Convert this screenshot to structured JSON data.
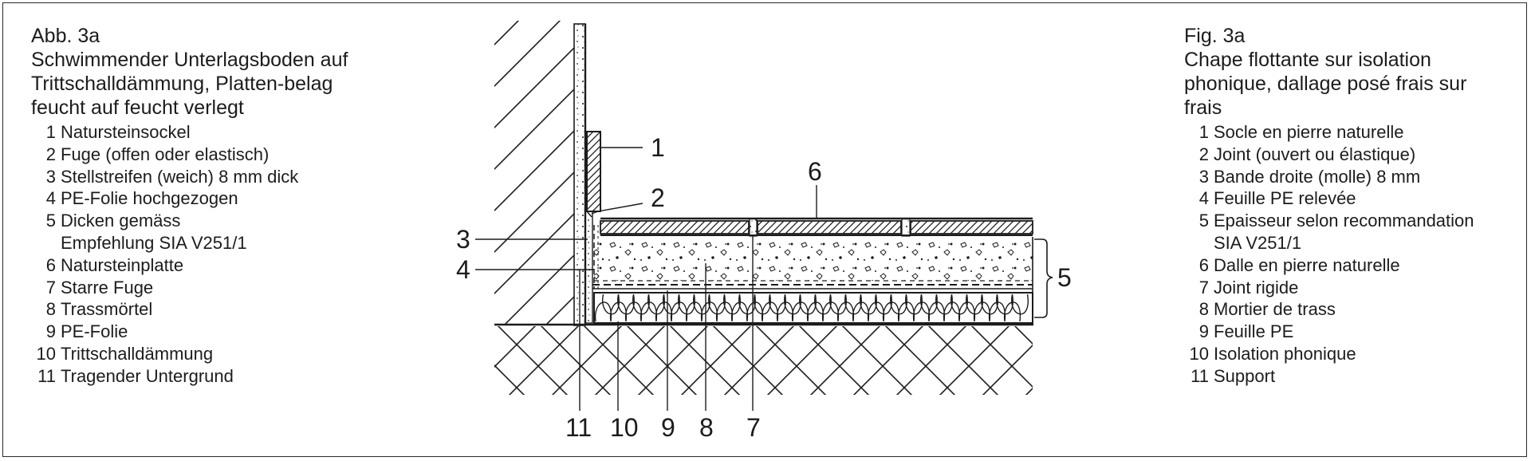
{
  "left_caption": {
    "figure_label": "Abb. 3a",
    "title": "Schwimmender Unterlagsboden auf Trittschalldämmung, Platten-belag feucht auf feucht verlegt",
    "items": [
      {
        "num": "1",
        "label": "Natursteinsockel"
      },
      {
        "num": "2",
        "label": "Fuge (offen oder elastisch)"
      },
      {
        "num": "3",
        "label": "Stellstreifen (weich) 8 mm dick"
      },
      {
        "num": "4",
        "label": "PE-Folie hochgezogen"
      },
      {
        "num": "5",
        "label": "Dicken gemäss\nEmpfehlung SIA V251/1"
      },
      {
        "num": "6",
        "label": "Natursteinplatte"
      },
      {
        "num": "7",
        "label": "Starre Fuge"
      },
      {
        "num": "8",
        "label": "Trassmörtel"
      },
      {
        "num": "9",
        "label": "PE-Folie"
      },
      {
        "num": "10",
        "label": "Trittschalldämmung"
      },
      {
        "num": "11",
        "label": "Tragender Untergrund"
      }
    ]
  },
  "right_caption": {
    "figure_label": "Fig. 3a",
    "title": "Chape flottante sur isolation phonique, dallage posé frais sur frais",
    "items": [
      {
        "num": "1",
        "label": "Socle en pierre naturelle"
      },
      {
        "num": "2",
        "label": "Joint (ouvert ou élastique)"
      },
      {
        "num": "3",
        "label": "Bande droite (molle) 8 mm"
      },
      {
        "num": "4",
        "label": "Feuille PE relevée"
      },
      {
        "num": "5",
        "label": "Epaisseur selon recommandation\nSIA V251/1"
      },
      {
        "num": "6",
        "label": "Dalle en pierre naturelle"
      },
      {
        "num": "7",
        "label": "Joint rigide"
      },
      {
        "num": "8",
        "label": "Mortier de trass"
      },
      {
        "num": "9",
        "label": "Feuille PE"
      },
      {
        "num": "10",
        "label": "Isolation phonique"
      },
      {
        "num": "11",
        "label": "Support"
      }
    ]
  },
  "callouts": {
    "c1": "1",
    "c2": "2",
    "c3": "3",
    "c4": "4",
    "c5": "5",
    "c6": "6",
    "c7": "7",
    "c8": "8",
    "c9": "9",
    "c10": "10",
    "c11": "11"
  },
  "colors": {
    "ink": "#1c1c1c",
    "paper": "#ffffff"
  }
}
